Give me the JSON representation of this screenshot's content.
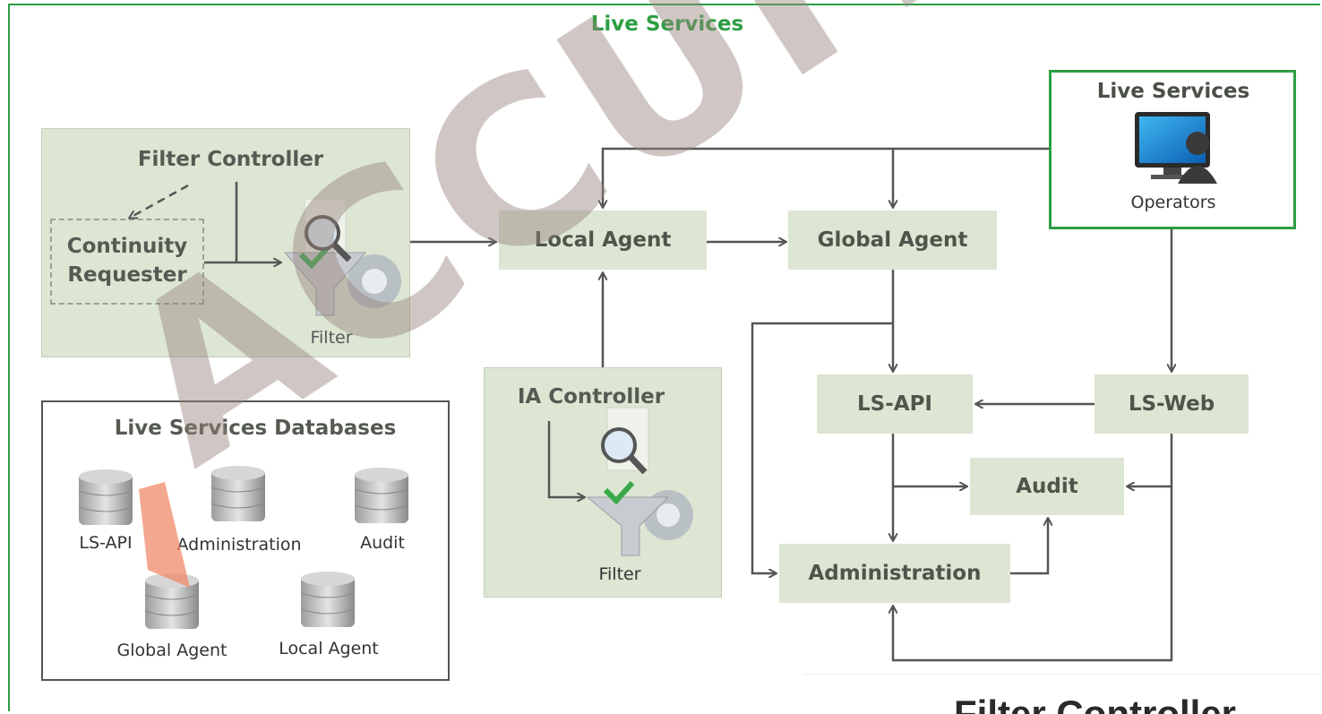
{
  "title": "Live Services",
  "watermark": "ACCUITY",
  "filter_group": {
    "title": "Filter Controller",
    "continuity_line1": "Continuity",
    "continuity_line2": "Requester",
    "filter_label": "Filter"
  },
  "ia_group": {
    "title": "IA Controller",
    "filter_label": "Filter"
  },
  "databases": {
    "title": "Live Services  Databases",
    "items": [
      "LS-API",
      "Administration",
      "Audit",
      "Global Agent",
      "Local Agent"
    ]
  },
  "operators_box": {
    "title": "Live Services",
    "label": "Operators"
  },
  "nodes": {
    "local_agent": "Local Agent",
    "global_agent": "Global Agent",
    "ls_api": "LS-API",
    "ls_web": "LS-Web",
    "audit": "Audit",
    "administration": "Administration"
  },
  "bottom_panel": {
    "title": "Filter Controller"
  },
  "colors": {
    "accent_green": "#2e9e43",
    "node_fill": "#dce6d3",
    "watermark": "#96827d"
  }
}
